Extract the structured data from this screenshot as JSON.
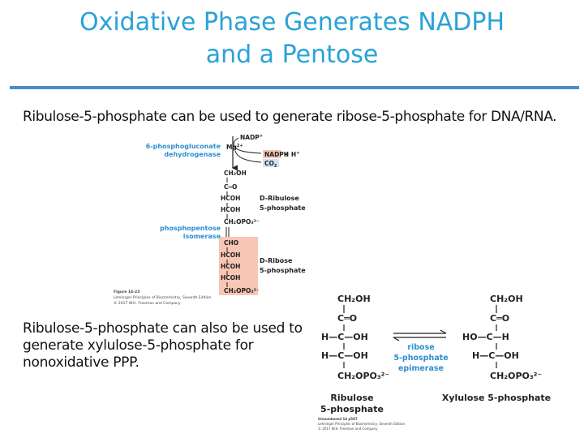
{
  "title": {
    "line1": "Oxidative Phase Generates NADPH",
    "line2": "and a Pentose"
  },
  "caption_top": "Ribulose-5-phosphate can be used to generate ribose-5-phosphate for DNA/RNA.",
  "caption_bottom": "Ribulose-5-phosphate can also be used to generate xylulose-5-phosphate for nonoxidative PPP.",
  "colors": {
    "title": "#2aa2d6",
    "rule": "#4a8cc8",
    "enzyme": "#2d8fd0",
    "highlight": "#f7c6b4",
    "co2_box": "#cfe3f2"
  },
  "figure1": {
    "enzyme1": [
      "6-phosphogluconate",
      "dehydrogenase"
    ],
    "cofactor_in": "NADP",
    "cofactor_in_sup": "+",
    "metal": "Mg",
    "metal_sup": "2+",
    "nadph": "NADPH",
    "h_plus": "+ H",
    "h_plus_sup": "+",
    "co2": "CO",
    "co2_sub": "2",
    "ribulose_rows": [
      "CH₂OH",
      "C═O",
      "HCOH",
      "HCOH",
      "CH₂OPO₃²⁻"
    ],
    "ribulose_label": [
      "D-Ribulose",
      "5-phosphate"
    ],
    "enzyme2": [
      "phosphopentose",
      "isomerase"
    ],
    "ribose_rows": [
      "CHO",
      "HCOH",
      "HCOH",
      "HCOH",
      "CH₂OPO₃²⁻"
    ],
    "ribose_label": [
      "D-Ribose",
      "5-phosphate"
    ],
    "credit": [
      "Figure 14-23",
      "Lehninger Principles of Biochemistry, Seventh Edition",
      "© 2017 W.H. Freeman and Company"
    ]
  },
  "figure2": {
    "left_rows": [
      "CH₂OH",
      "C═O",
      "H—C—OH",
      "H—C—OH",
      "CH₂OPO₃²⁻"
    ],
    "left_label": [
      "Ribulose",
      "5-phosphate"
    ],
    "enzyme": [
      "ribose",
      "5-phosphate",
      "epimerase"
    ],
    "right_rows": [
      "CH₂OH",
      "C═O",
      "HO—C—H",
      "H—C—OH",
      "CH₂OPO₃²⁻"
    ],
    "right_label": "Xylulose 5-phosphate",
    "credit": [
      "Unnumbered 14 p587",
      "Lehninger Principles of Biochemistry, Seventh Edition",
      "© 2017 W.H. Freeman and Company"
    ]
  }
}
